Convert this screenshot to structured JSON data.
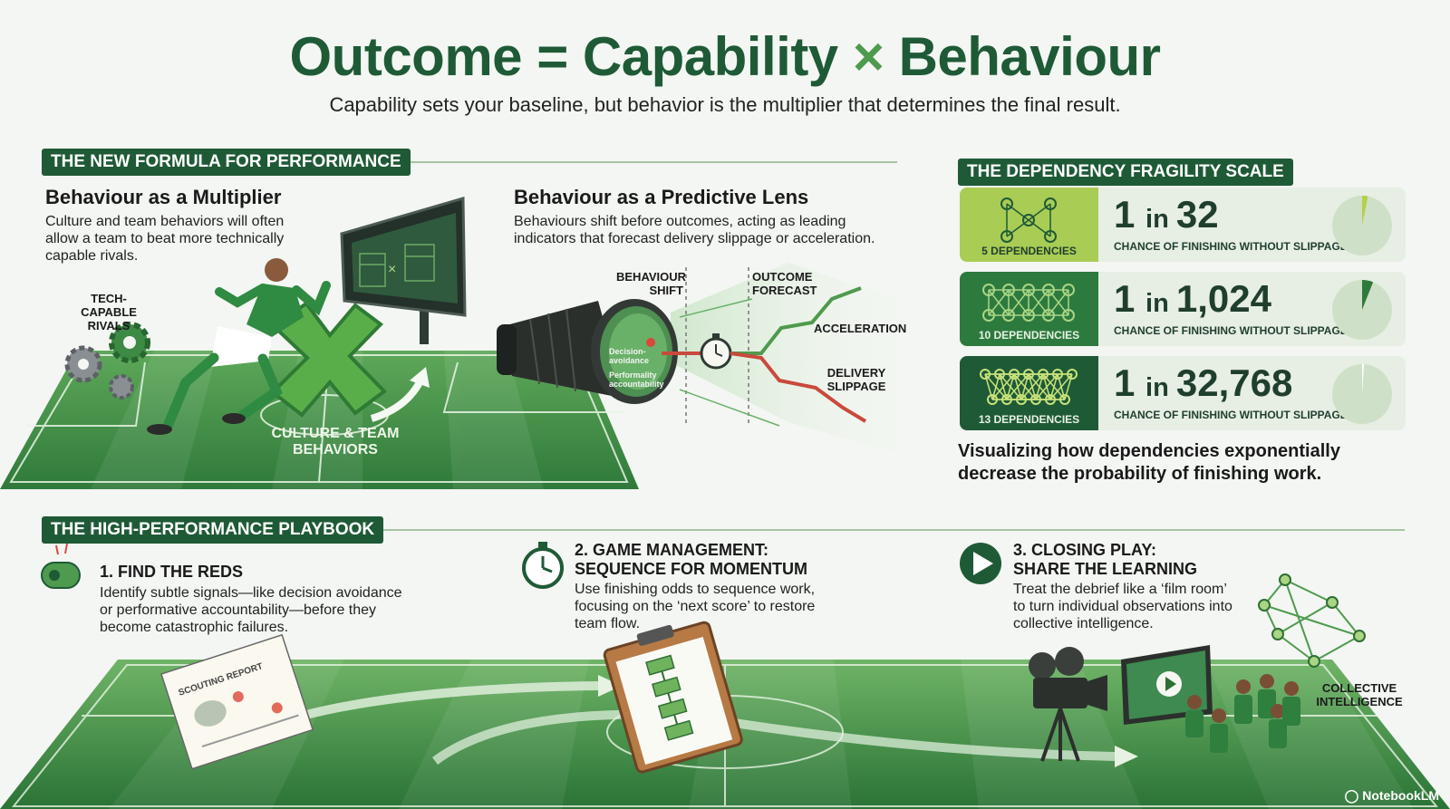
{
  "header": {
    "title_part1": "Outcome = Capability",
    "title_times": "×",
    "title_part2": "Behaviour",
    "subtitle": "Capability sets your baseline, but behavior is the multiplier that determines the final result."
  },
  "formula_section": {
    "header": "THE NEW FORMULA FOR PERFORMANCE",
    "multiplier": {
      "title": "Behaviour as a Multiplier",
      "body": "Culture and team behaviors will often allow a team to beat more technically capable rivals.",
      "label_rivals": "TECH-CAPABLE RIVALS",
      "label_culture": "CULTURE & TEAM BEHAVIORS"
    },
    "lens": {
      "title": "Behaviour as a Predictive Lens",
      "body": "Behaviours shift before outcomes, acting as leading indicators that forecast delivery slippage or acceleration.",
      "label_shift": "BEHAVIOUR SHIFT",
      "label_forecast": "OUTCOME FORECAST",
      "label_acceleration": "ACCELERATION",
      "label_slippage": "DELIVERY SLIPPAGE",
      "lens_text_1": "Decision-",
      "lens_text_2": "avoidance",
      "lens_text_3": "Performality",
      "lens_text_4": "accountability"
    }
  },
  "fragility": {
    "header": "THE DEPENDENCY FRAGILITY SCALE",
    "chance_label": "CHANCE OF FINISHING WITHOUT SLIPPAGE",
    "rows": [
      {
        "deps": "5 DEPENDENCIES",
        "one": "1",
        "in": "in",
        "n": "32",
        "fraction": 0.03125
      },
      {
        "deps": "10 DEPENDENCIES",
        "one": "1",
        "in": "in",
        "n": "1,024",
        "fraction": 0.06
      },
      {
        "deps": "13 DEPENDENCIES",
        "one": "1",
        "in": "in",
        "n": "32,768",
        "fraction": 0.01
      }
    ],
    "caption": "Visualizing how dependencies exponentially decrease the probability of finishing work."
  },
  "playbook": {
    "header": "THE HIGH-PERFORMANCE PLAYBOOK",
    "steps": [
      {
        "title": "1. FIND THE REDS",
        "body": "Identify subtle signals—like decision avoidance or performative accountability—before they become catastrophic failures."
      },
      {
        "title_line1": "2. GAME MANAGEMENT:",
        "title_line2": "SEQUENCE FOR MOMENTUM",
        "body": "Use finishing odds to sequence work, focusing on the ‘next score’ to restore team flow."
      },
      {
        "title_line1": "3. CLOSING PLAY:",
        "title_line2": "SHARE THE LEARNING",
        "body": "Treat the debrief like a ‘film room’ to turn individual observations into collective intelligence."
      }
    ],
    "scouting_report": "SCOUTING REPORT",
    "collective": "COLLECTIVE INTELLIGENCE"
  },
  "branding": "NotebookLM",
  "colors": {
    "brand_green": "#1f5a37",
    "accent_green": "#4e9a4e",
    "light_green": "#a9cc55",
    "red": "#c94a3c"
  }
}
